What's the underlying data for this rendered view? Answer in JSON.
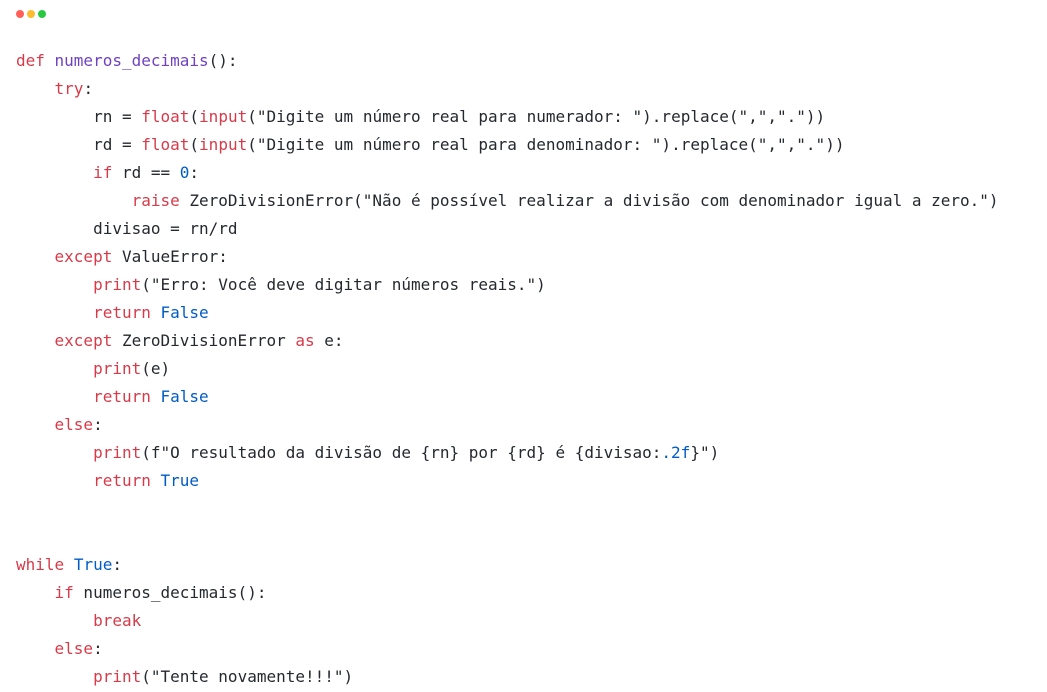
{
  "window": {
    "controls": [
      {
        "name": "close-button",
        "color": "#ff5f57"
      },
      {
        "name": "minimize-button",
        "color": "#febc2e"
      },
      {
        "name": "maximize-button",
        "color": "#28c840"
      }
    ]
  },
  "code": {
    "lines": [
      [
        {
          "t": "def ",
          "c": "kw"
        },
        {
          "t": "numeros_decimais",
          "c": "fn"
        },
        {
          "t": "():",
          "c": "plain"
        }
      ],
      [
        {
          "t": "    ",
          "c": "plain"
        },
        {
          "t": "try",
          "c": "kw"
        },
        {
          "t": ":",
          "c": "plain"
        }
      ],
      [
        {
          "t": "        rn = ",
          "c": "plain"
        },
        {
          "t": "float",
          "c": "kw"
        },
        {
          "t": "(",
          "c": "plain"
        },
        {
          "t": "input",
          "c": "kw"
        },
        {
          "t": "(\"Digite um número real para numerador: \").replace(\",\",\".\"))",
          "c": "plain"
        }
      ],
      [
        {
          "t": "        rd = ",
          "c": "plain"
        },
        {
          "t": "float",
          "c": "kw"
        },
        {
          "t": "(",
          "c": "plain"
        },
        {
          "t": "input",
          "c": "kw"
        },
        {
          "t": "(\"Digite um número real para denominador: \").replace(\",\",\".\"))",
          "c": "plain"
        }
      ],
      [
        {
          "t": "        ",
          "c": "plain"
        },
        {
          "t": "if",
          "c": "kw"
        },
        {
          "t": " rd == ",
          "c": "plain"
        },
        {
          "t": "0",
          "c": "num"
        },
        {
          "t": ":",
          "c": "plain"
        }
      ],
      [
        {
          "t": "            ",
          "c": "plain"
        },
        {
          "t": "raise",
          "c": "kw"
        },
        {
          "t": " ZeroDivisionError(\"Não é possível realizar a divisão com denominador igual a zero.\")",
          "c": "plain"
        }
      ],
      [
        {
          "t": "        divisao = rn/rd",
          "c": "plain"
        }
      ],
      [
        {
          "t": "    ",
          "c": "plain"
        },
        {
          "t": "except",
          "c": "kw"
        },
        {
          "t": " ValueError:",
          "c": "plain"
        }
      ],
      [
        {
          "t": "        ",
          "c": "plain"
        },
        {
          "t": "print",
          "c": "kw"
        },
        {
          "t": "(\"Erro: Você deve digitar números reais.\")",
          "c": "plain"
        }
      ],
      [
        {
          "t": "        ",
          "c": "plain"
        },
        {
          "t": "return",
          "c": "kw"
        },
        {
          "t": " ",
          "c": "plain"
        },
        {
          "t": "False",
          "c": "num"
        }
      ],
      [
        {
          "t": "    ",
          "c": "plain"
        },
        {
          "t": "except",
          "c": "kw"
        },
        {
          "t": " ZeroDivisionError ",
          "c": "plain"
        },
        {
          "t": "as",
          "c": "kw"
        },
        {
          "t": " e:",
          "c": "plain"
        }
      ],
      [
        {
          "t": "        ",
          "c": "plain"
        },
        {
          "t": "print",
          "c": "kw"
        },
        {
          "t": "(e)",
          "c": "plain"
        }
      ],
      [
        {
          "t": "        ",
          "c": "plain"
        },
        {
          "t": "return",
          "c": "kw"
        },
        {
          "t": " ",
          "c": "plain"
        },
        {
          "t": "False",
          "c": "num"
        }
      ],
      [
        {
          "t": "    ",
          "c": "plain"
        },
        {
          "t": "else",
          "c": "kw"
        },
        {
          "t": ":",
          "c": "plain"
        }
      ],
      [
        {
          "t": "        ",
          "c": "plain"
        },
        {
          "t": "print",
          "c": "kw"
        },
        {
          "t": "(f\"O resultado da divisão de {rn} por {rd} é {divisao:",
          "c": "plain"
        },
        {
          "t": ".2f",
          "c": "num"
        },
        {
          "t": "}\")",
          "c": "plain"
        }
      ],
      [
        {
          "t": "        ",
          "c": "plain"
        },
        {
          "t": "return",
          "c": "kw"
        },
        {
          "t": " ",
          "c": "plain"
        },
        {
          "t": "True",
          "c": "num"
        }
      ],
      [],
      [],
      [
        {
          "t": "while",
          "c": "kw"
        },
        {
          "t": " ",
          "c": "plain"
        },
        {
          "t": "True",
          "c": "num"
        },
        {
          "t": ":",
          "c": "plain"
        }
      ],
      [
        {
          "t": "    ",
          "c": "plain"
        },
        {
          "t": "if",
          "c": "kw"
        },
        {
          "t": " numeros_decimais():",
          "c": "plain"
        }
      ],
      [
        {
          "t": "        ",
          "c": "plain"
        },
        {
          "t": "break",
          "c": "kw"
        }
      ],
      [
        {
          "t": "    ",
          "c": "plain"
        },
        {
          "t": "else",
          "c": "kw"
        },
        {
          "t": ":",
          "c": "plain"
        }
      ],
      [
        {
          "t": "        ",
          "c": "plain"
        },
        {
          "t": "print",
          "c": "kw"
        },
        {
          "t": "(\"Tente novamente!!!\")",
          "c": "plain"
        }
      ]
    ]
  }
}
